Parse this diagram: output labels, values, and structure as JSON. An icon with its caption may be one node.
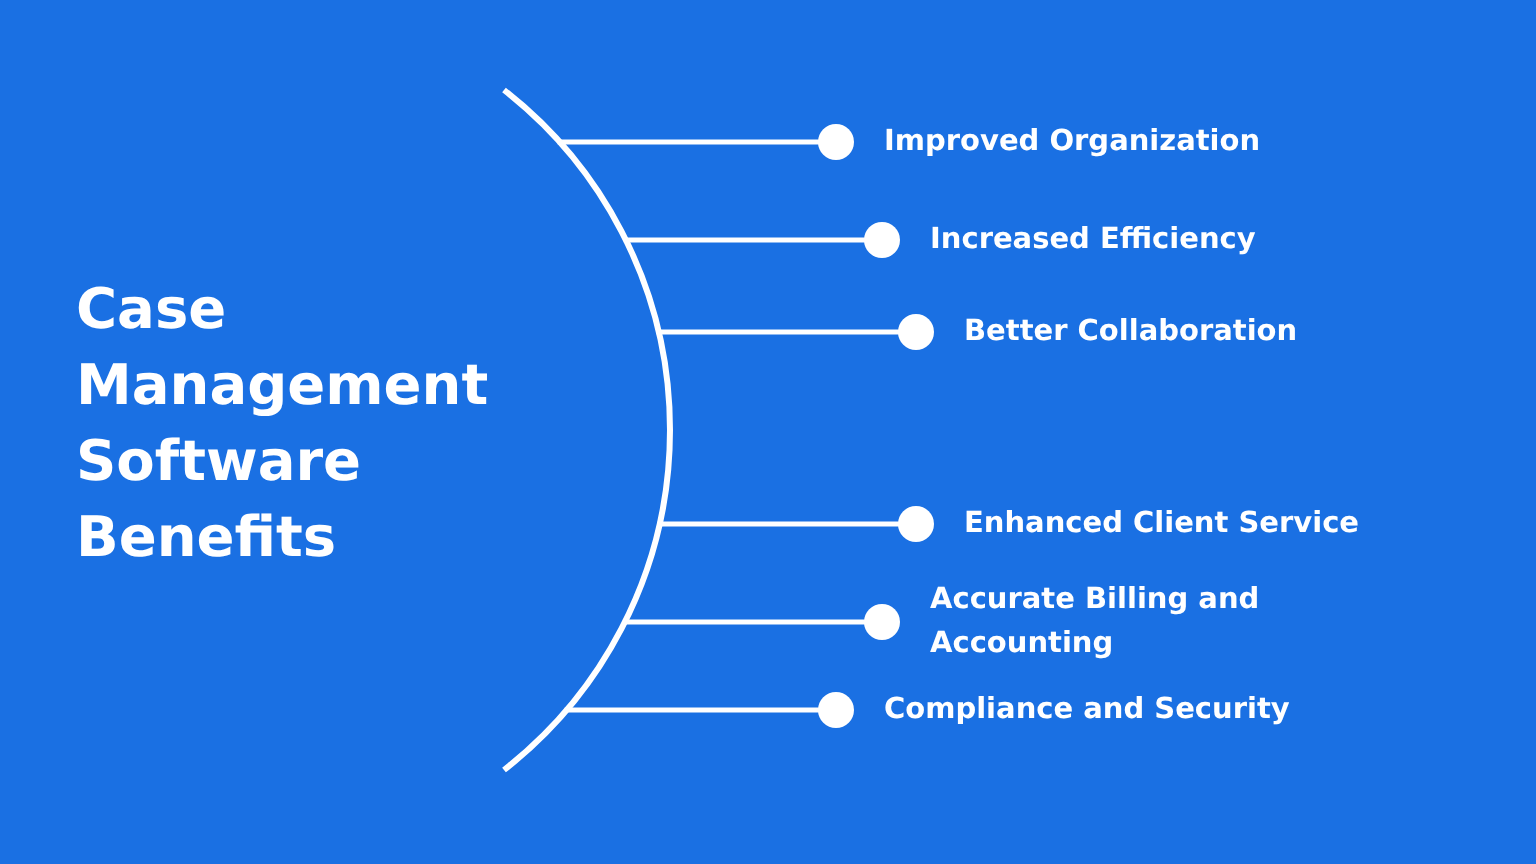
{
  "diagram": {
    "title": "Case Management Software Benefits",
    "nodes": [
      {
        "text": [],
        "shape": "arc"
      },
      {
        "text": [
          "Improved Organization"
        ]
      },
      {
        "text": [
          "Increased Efficiency"
        ]
      },
      {
        "text": [
          "Better Collaboration"
        ]
      },
      {
        "text": [
          "Enhanced Client Service"
        ]
      },
      {
        "text": [
          "Accurate Billing and Accounting"
        ]
      },
      {
        "text": [
          "Compliance and Security"
        ]
      }
    ],
    "edges": [
      {
        "from": 0,
        "to": 1,
        "arrow": "other"
      },
      {
        "from": 0,
        "to": 2,
        "arrow": "other"
      },
      {
        "from": 0,
        "to": 3,
        "arrow": "other"
      },
      {
        "from": 0,
        "to": 4,
        "arrow": "other"
      },
      {
        "from": 0,
        "to": 5,
        "arrow": "other"
      },
      {
        "from": 0,
        "to": 6,
        "arrow": "other"
      }
    ]
  }
}
